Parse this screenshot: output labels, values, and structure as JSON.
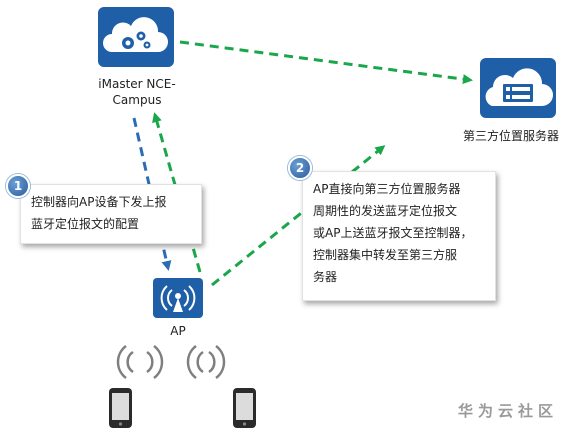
{
  "nodes": {
    "controller": {
      "label_line1": "iMaster NCE-",
      "label_line2": "Campus"
    },
    "third_party": {
      "label": "第三方位置服务器"
    },
    "ap": {
      "label": "AP"
    }
  },
  "callouts": [
    {
      "badge": "1",
      "lines": [
        "控制器向AP设备下发上报",
        "蓝牙定位报文的配置"
      ]
    },
    {
      "badge": "2",
      "lines": [
        "AP直接向第三方位置服务器",
        "周期性的发送蓝牙定位报文",
        "或AP上送蓝牙报文至控制器，",
        "控制器集中转发至第三方服",
        "务器"
      ]
    }
  ],
  "colors": {
    "node_blue": "#1f5fa8",
    "arrow_green": "#1aa64a",
    "arrow_blue": "#2a6db5",
    "wifi_gray": "#7f7f7f",
    "phone_dark": "#2b2b2b"
  },
  "watermark": "华为云社区"
}
